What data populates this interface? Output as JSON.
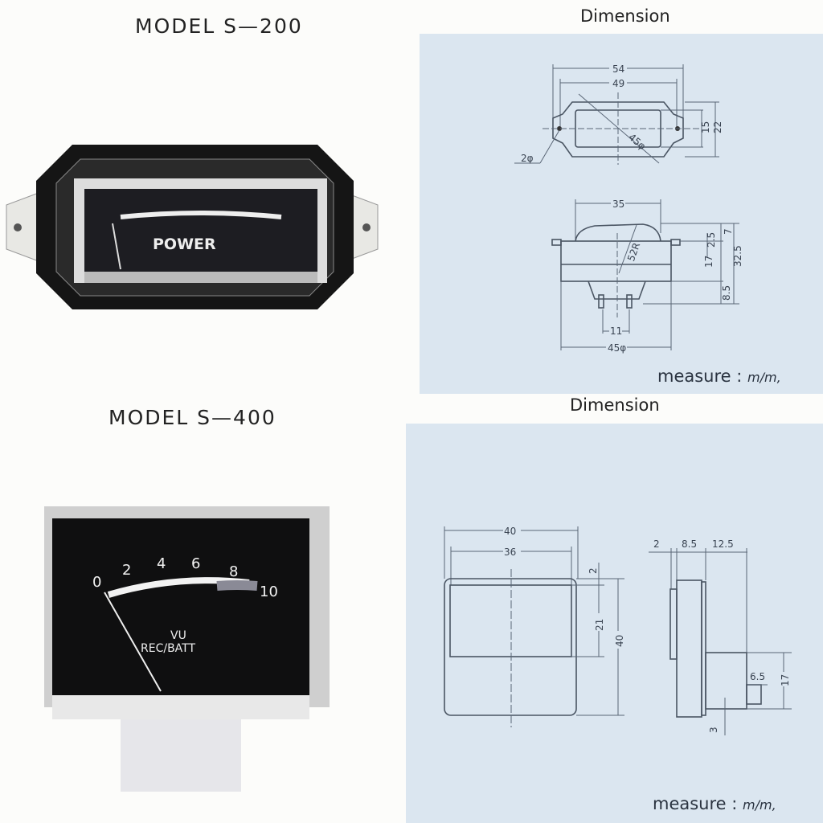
{
  "s200": {
    "model_title": "MODEL S—200",
    "meter_label": "POWER",
    "dimension_title": "Dimension",
    "measure_label": "measure :",
    "measure_unit": "m/m,",
    "top_view": {
      "width_outer": "54",
      "width_inner": "49",
      "height_outer": "22",
      "height_window": "15",
      "diagonal": "45φ",
      "hole": "2φ"
    },
    "side_view": {
      "dome_width": "35",
      "radius": "52R",
      "d1": "2.5",
      "d2": "7",
      "d3": "17",
      "d4": "32.5",
      "d5": "8.5",
      "terminal_spacing": "11",
      "body_diameter": "45φ"
    }
  },
  "s400": {
    "model_title": "MODEL S—400",
    "scale_labels": [
      "0",
      "2",
      "4",
      "6",
      "8",
      "10"
    ],
    "meter_label_1": "VU",
    "meter_label_2": "REC/BATT",
    "dimension_title": "Dimension",
    "measure_label": "measure :",
    "measure_unit": "m/m,",
    "front_view": {
      "width_outer": "40",
      "width_window": "36",
      "top_margin": "2",
      "window_height": "21",
      "height": "40"
    },
    "side_view": {
      "bezel": "2",
      "body": "8.5",
      "back": "12.5",
      "terminal": "6.5",
      "box_height": "17",
      "offset": "3"
    }
  }
}
